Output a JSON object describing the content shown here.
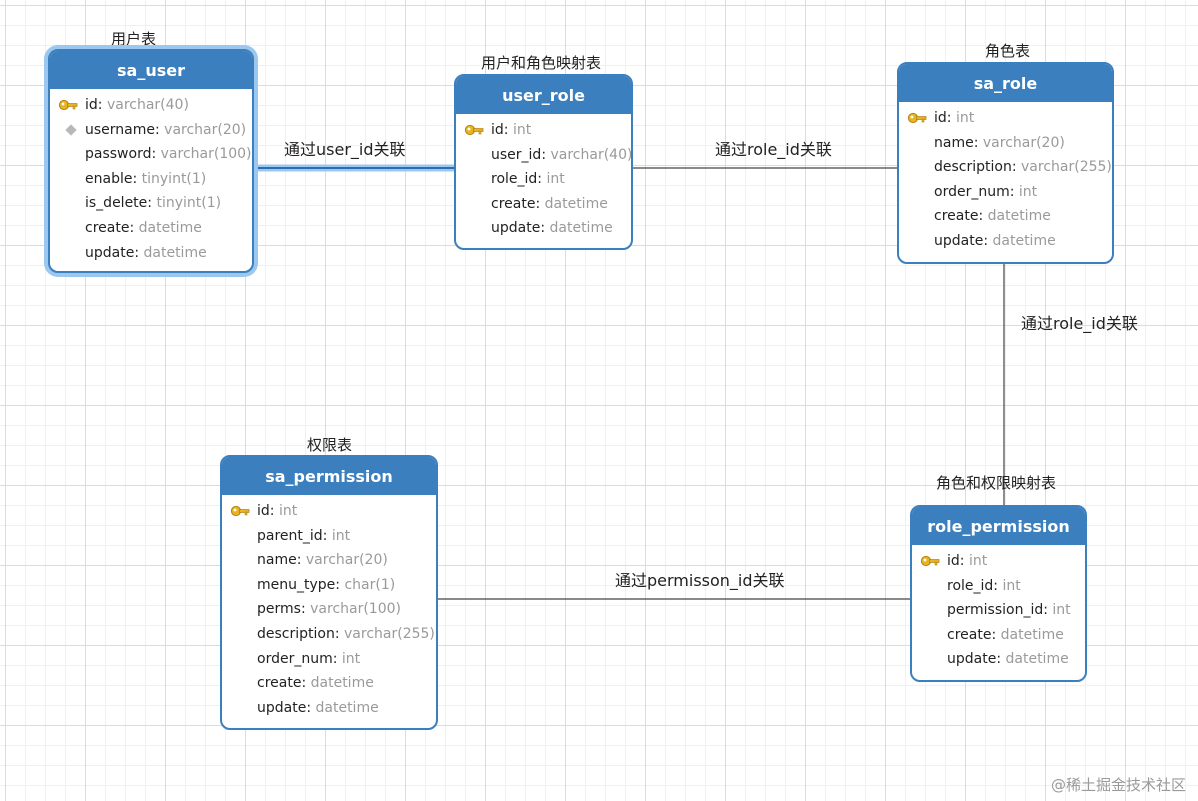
{
  "colors": {
    "header": "#3b7fbf",
    "border": "#3b7fbf",
    "selection": "#9cc7ef",
    "type_text": "#9a9a9a",
    "key": "#e8b423"
  },
  "captions": {
    "sa_user": "用户表",
    "user_role": "用户和角色映射表",
    "sa_role": "角色表",
    "sa_permission": "权限表",
    "role_permission": "角色和权限映射表"
  },
  "entities": {
    "sa_user": {
      "name": "sa_user",
      "selected": true,
      "fields": [
        {
          "name": "id",
          "type": "varchar(40)",
          "icon": "primary-key-icon"
        },
        {
          "name": "username",
          "type": "varchar(20)",
          "icon": "index-diamond-icon"
        },
        {
          "name": "password",
          "type": "varchar(100)",
          "icon": ""
        },
        {
          "name": "enable",
          "type": "tinyint(1)",
          "icon": ""
        },
        {
          "name": "is_delete",
          "type": "tinyint(1)",
          "icon": ""
        },
        {
          "name": "create",
          "type": "datetime",
          "icon": ""
        },
        {
          "name": "update",
          "type": "datetime",
          "icon": ""
        }
      ]
    },
    "user_role": {
      "name": "user_role",
      "fields": [
        {
          "name": "id",
          "type": "int",
          "icon": "primary-key-icon"
        },
        {
          "name": "user_id",
          "type": "varchar(40)",
          "icon": ""
        },
        {
          "name": "role_id",
          "type": "int",
          "icon": ""
        },
        {
          "name": "create",
          "type": "datetime",
          "icon": ""
        },
        {
          "name": "update",
          "type": "datetime",
          "icon": ""
        }
      ]
    },
    "sa_role": {
      "name": "sa_role",
      "fields": [
        {
          "name": "id",
          "type": "int",
          "icon": "primary-key-icon"
        },
        {
          "name": "name",
          "type": "varchar(20)",
          "icon": ""
        },
        {
          "name": "description",
          "type": "varchar(255)",
          "icon": ""
        },
        {
          "name": "order_num",
          "type": "int",
          "icon": ""
        },
        {
          "name": "create",
          "type": "datetime",
          "icon": ""
        },
        {
          "name": "update",
          "type": "datetime",
          "icon": ""
        }
      ]
    },
    "sa_permission": {
      "name": "sa_permission",
      "fields": [
        {
          "name": "id",
          "type": "int",
          "icon": "primary-key-icon"
        },
        {
          "name": "parent_id",
          "type": "int",
          "icon": ""
        },
        {
          "name": "name",
          "type": "varchar(20)",
          "icon": ""
        },
        {
          "name": "menu_type",
          "type": "char(1)",
          "icon": ""
        },
        {
          "name": "perms",
          "type": "varchar(100)",
          "icon": ""
        },
        {
          "name": "description",
          "type": "varchar(255)",
          "icon": ""
        },
        {
          "name": "order_num",
          "type": "int",
          "icon": ""
        },
        {
          "name": "create",
          "type": "datetime",
          "icon": ""
        },
        {
          "name": "update",
          "type": "datetime",
          "icon": ""
        }
      ]
    },
    "role_permission": {
      "name": "role_permission",
      "fields": [
        {
          "name": "id",
          "type": "int",
          "icon": "primary-key-icon"
        },
        {
          "name": "role_id",
          "type": "int",
          "icon": ""
        },
        {
          "name": "permission_id",
          "type": "int",
          "icon": ""
        },
        {
          "name": "create",
          "type": "datetime",
          "icon": ""
        },
        {
          "name": "update",
          "type": "datetime",
          "icon": ""
        }
      ]
    }
  },
  "relations": [
    {
      "id": "user-userrole",
      "from": "sa_user",
      "to": "user_role",
      "label": "通过user_id关联",
      "selected": true
    },
    {
      "id": "userrole-role",
      "from": "user_role",
      "to": "sa_role",
      "label": "通过role_id关联"
    },
    {
      "id": "role-rolepermission",
      "from": "sa_role",
      "to": "role_permission",
      "label": "通过role_id关联"
    },
    {
      "id": "permission-rolepermission",
      "from": "sa_permission",
      "to": "role_permission",
      "label": "通过permisson_id关联"
    }
  ],
  "watermark": "@稀土掘金技术社区"
}
